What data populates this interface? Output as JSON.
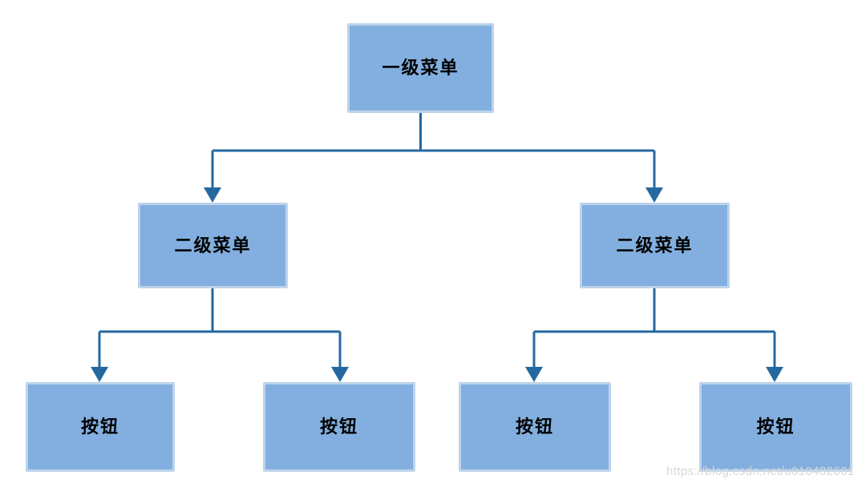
{
  "diagram": {
    "type": "tree",
    "nodes": [
      {
        "id": "root",
        "label": "一级菜单",
        "level": 1
      },
      {
        "id": "menu2-left",
        "label": "二级菜单",
        "level": 2
      },
      {
        "id": "menu2-right",
        "label": "二级菜单",
        "level": 2
      },
      {
        "id": "button-1",
        "label": "按钮",
        "level": 3
      },
      {
        "id": "button-2",
        "label": "按钮",
        "level": 3
      },
      {
        "id": "button-3",
        "label": "按钮",
        "level": 3
      },
      {
        "id": "button-4",
        "label": "按钮",
        "level": 3
      }
    ],
    "edges": [
      {
        "from": "root",
        "to": "menu2-left"
      },
      {
        "from": "root",
        "to": "menu2-right"
      },
      {
        "from": "menu2-left",
        "to": "button-1"
      },
      {
        "from": "menu2-left",
        "to": "button-2"
      },
      {
        "from": "menu2-right",
        "to": "button-3"
      },
      {
        "from": "menu2-right",
        "to": "button-4"
      }
    ]
  },
  "watermark": {
    "text": "https://blog.csdn.net/u010482601"
  },
  "colors": {
    "background": "#ffffff",
    "node-fill": "#82afdf",
    "node-border": "#bdd3ea",
    "node-text": "#000000",
    "connector": "#2568a0",
    "watermark": "#d7d7d7"
  }
}
